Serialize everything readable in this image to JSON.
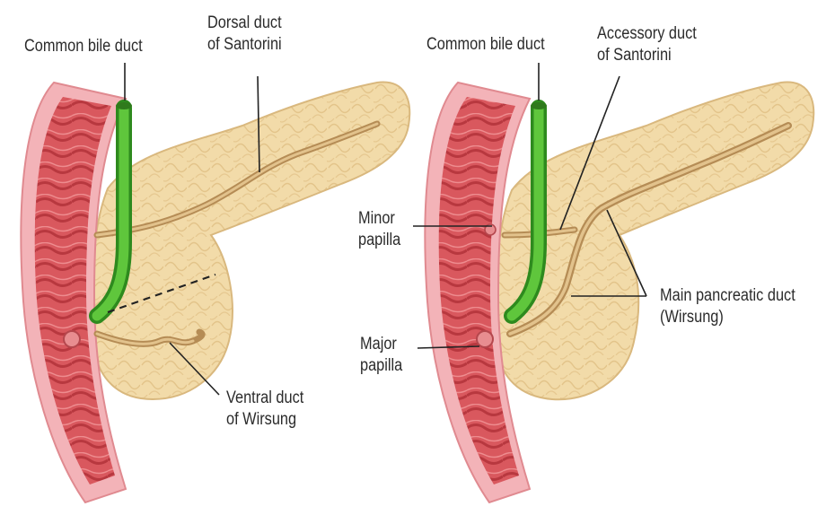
{
  "left_panel": {
    "common_bile_duct": "Common bile duct",
    "dorsal_duct": [
      "Dorsal duct",
      "of Santorini"
    ],
    "ventral_duct": [
      "Ventral duct",
      "of Wirsung"
    ]
  },
  "right_panel": {
    "common_bile_duct": "Common bile duct",
    "accessory_duct": [
      "Accessory duct",
      "of Santorini"
    ],
    "minor_papilla": [
      "Minor",
      "papilla"
    ],
    "major_papilla": [
      "Major",
      "papilla"
    ],
    "main_duct": [
      "Main pancreatic duct",
      "(Wirsung)"
    ]
  },
  "colors": {
    "pancreas": "#f1d9a6",
    "pancreas_edge": "#d9b87e",
    "duodenum_outer": "#f3b3b8",
    "duodenum_inner": "#d95a5f",
    "bile_duct": "#4caf2f",
    "pancreatic_duct": "#c9a46a",
    "leader_line": "#222222"
  }
}
